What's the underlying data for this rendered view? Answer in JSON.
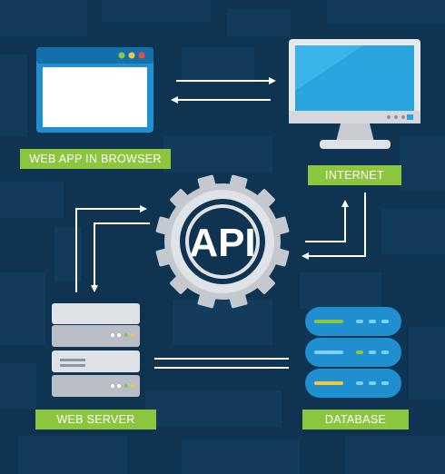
{
  "labels": {
    "web_app": "WEB APP IN BROWSER",
    "internet": "INTERNET",
    "web_server": "WEB SERVER",
    "database": "DATABASE"
  },
  "hub": {
    "text": "API"
  },
  "colors": {
    "background": "#0f3452",
    "tile": "#133c5c",
    "label_green": "#8cc63f",
    "screen_blue": "#2aa4dc",
    "window_frame": "#1f8fd0",
    "gear": "#dfe3e8",
    "server_gray": "#c8ccd2",
    "db_blue": "#1f8fd0",
    "arrow": "#ffffff"
  },
  "icons": {
    "browser": "browser-window-icon",
    "monitor": "monitor-icon",
    "server": "server-rack-icon",
    "database": "database-stack-icon",
    "gear": "gear-icon"
  }
}
